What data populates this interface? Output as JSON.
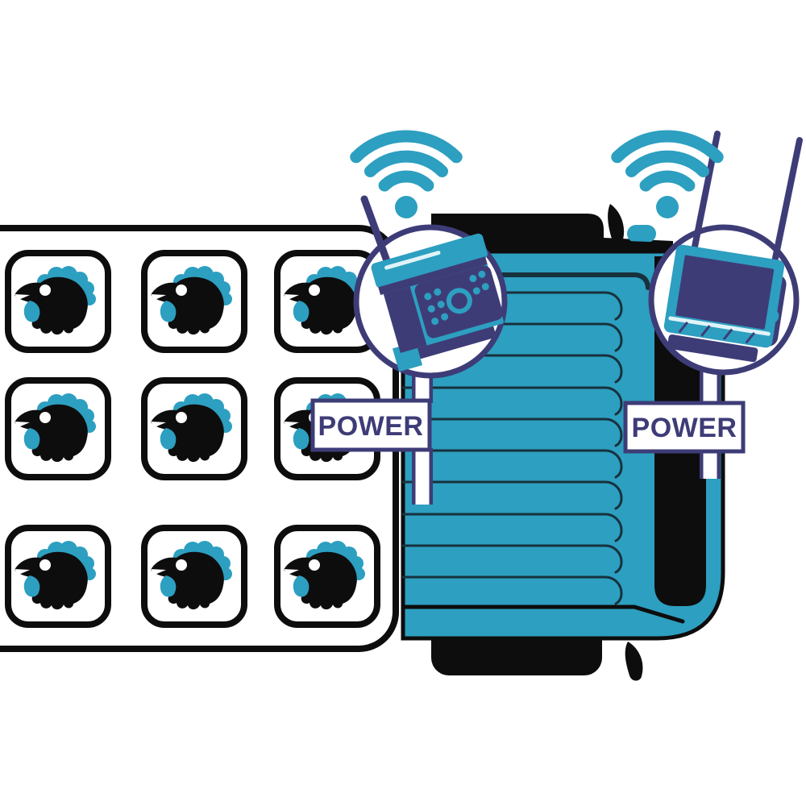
{
  "scene": {
    "type": "illustration",
    "subject": "poultry trailer with wireless camera and monitor system",
    "background": "#FFFFFF"
  },
  "colors": {
    "teal": "#2D9FC0",
    "navy": "#3E3C77",
    "ink": "#0D0D0D",
    "lineclr": "#17313D",
    "white": "#FFFFFF",
    "hl": "#DFF3F8"
  },
  "callouts": [
    {
      "side": "left",
      "device": "wireless-camera",
      "label": "POWER"
    },
    {
      "side": "right",
      "device": "wireless-monitor",
      "label": "POWER"
    }
  ],
  "chicken_panel": {
    "rows": 3,
    "cols": 3,
    "rooster_count": 9
  },
  "trailer": {
    "slat_count": 10
  },
  "icons": [
    "wifi-icon",
    "rooster-icon",
    "camera-icon",
    "monitor-icon",
    "antenna-icon"
  ]
}
